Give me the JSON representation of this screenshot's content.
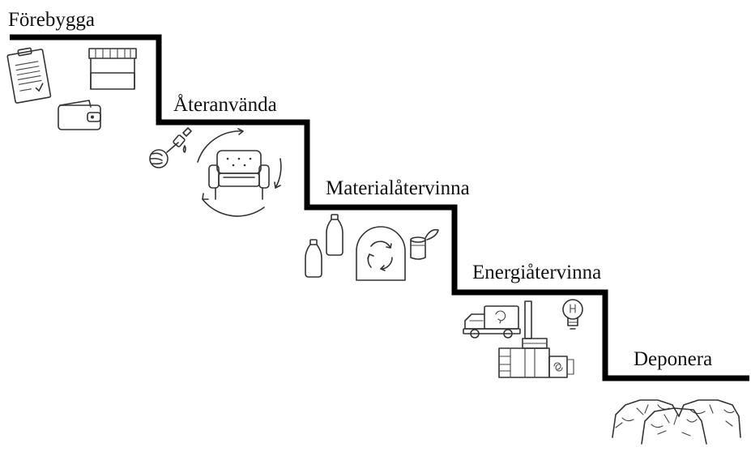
{
  "steps": [
    {
      "label": "Förebygga",
      "icons": [
        "clipboard-icon",
        "market-stall-icon",
        "wallet-icon"
      ]
    },
    {
      "label": "Återanvända",
      "icons": [
        "paint-brush-hand-icon",
        "armchair-reuse-icon"
      ]
    },
    {
      "label": "Materialåtervinna",
      "icons": [
        "bottle-icon",
        "bottle-icon",
        "recycling-container-icon",
        "tin-can-icon"
      ]
    },
    {
      "label": "Energiåtervinna",
      "icons": [
        "garbage-truck-icon",
        "light-bulb-icon",
        "incineration-plant-icon"
      ]
    },
    {
      "label": "Deponera",
      "icons": [
        "landfill-rocks-icon"
      ]
    }
  ],
  "colors": {
    "staircase": "#000000",
    "icon_stroke": "#333333",
    "text": "#111111"
  }
}
